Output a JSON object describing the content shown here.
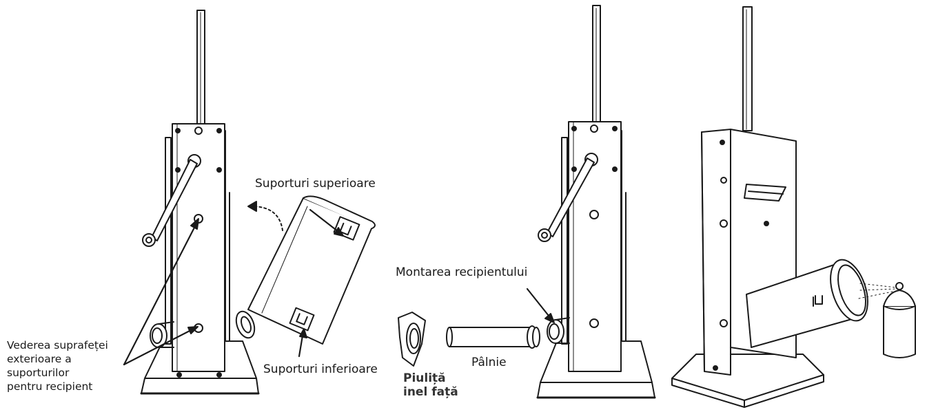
{
  "labels": {
    "view_outer": "Vederea suprafeței\nexterioare a\nsuporturilor\npentru recipient",
    "upper_supports": "Suporturi superioare",
    "lower_supports": "Suporturi inferioare",
    "mounting": "Montarea recipientului",
    "funnel": "Pâlnie",
    "nut": "Piuliță\ninel față"
  },
  "colors": {
    "line": "#1a1a1a",
    "paper": "#ffffff",
    "shade": "#cfcfcf"
  }
}
